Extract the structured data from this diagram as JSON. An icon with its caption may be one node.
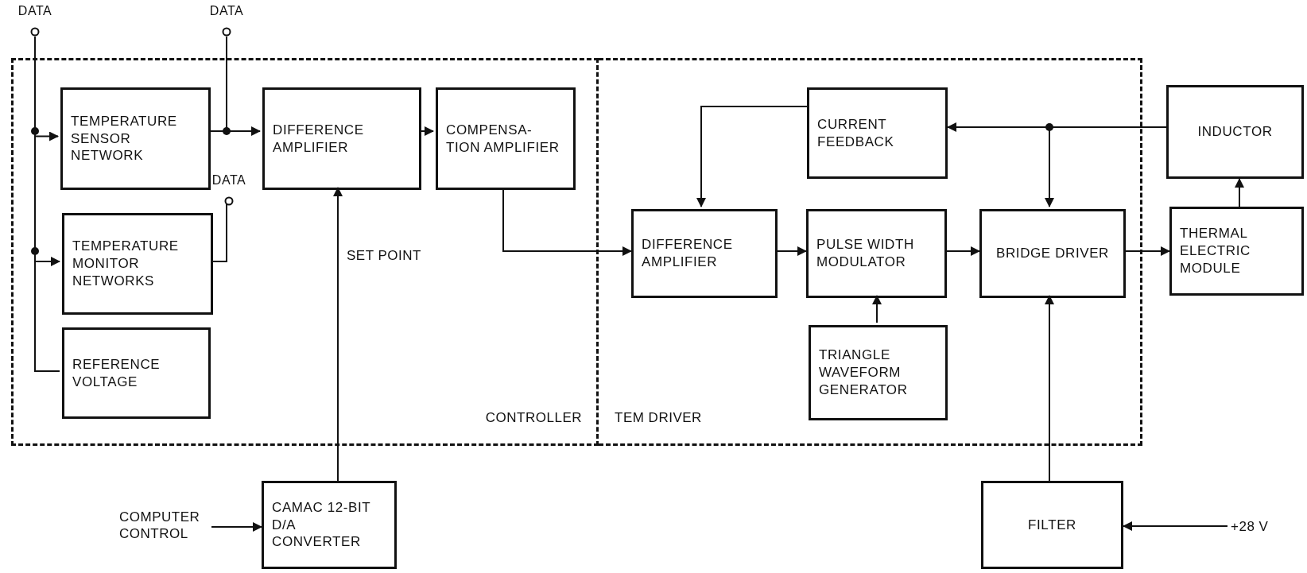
{
  "diagram": {
    "nodes": [
      {
        "text": [
          "CONTROLLER"
        ]
      },
      {
        "text": [
          "TEM DRIVER"
        ]
      },
      {
        "text": [
          "DATA"
        ]
      },
      {
        "text": [
          "DATA"
        ]
      },
      {
        "text": [
          "TEMPERATURE SENSOR NETWORK"
        ],
        "in": 0
      },
      {
        "text": [
          "DIFFERENCE AMPLIFIER"
        ],
        "in": 0
      },
      {
        "text": [
          "COMPENSA- TION AMPLIFIER"
        ],
        "in": 0
      },
      {
        "text": [
          "CURRENT FEEDBACK"
        ],
        "in": 1
      },
      {
        "text": [
          "INDUCTOR"
        ]
      },
      {
        "text": [
          "DATA"
        ],
        "in": 0
      },
      {
        "text": [
          "TEMPERATURE MONITOR NETWORKS"
        ],
        "in": 0
      },
      {
        "text": [
          "DIFFERENCE AMPLIFIER"
        ],
        "in": 1
      },
      {
        "text": [
          "PULSE WIDTH MODULATOR"
        ],
        "in": 1
      },
      {
        "text": [
          "BRIDGE DRIVER"
        ],
        "in": 1
      },
      {
        "text": [
          "THERMAL ELECTRIC MODULE"
        ]
      },
      {
        "text": [
          "REFERENCE VOLTAGE"
        ],
        "in": 0
      },
      {
        "text": [
          "TRIANGLE WAVEFORM GENERATOR"
        ],
        "in": 1
      },
      {
        "text": [
          "COMPUTER CONTROL"
        ]
      },
      {
        "text": [
          "CAMAC 12-BIT D/A CONVERTER"
        ]
      },
      {
        "text": [
          "FILTER"
        ]
      },
      {
        "text": [
          "+28 V"
        ]
      }
    ],
    "edges": [
      {
        "from": 15,
        "to": 4,
        "arrow": "to"
      },
      {
        "from": 15,
        "to": 10,
        "arrow": "to"
      },
      {
        "from": 15,
        "to": 2,
        "arrow": "none"
      },
      {
        "from": 4,
        "to": 5,
        "arrow": "to"
      },
      {
        "from": 4,
        "to": 3,
        "arrow": "none"
      },
      {
        "from": 10,
        "to": 9,
        "arrow": "none"
      },
      {
        "from": 5,
        "to": 6,
        "arrow": "to"
      },
      {
        "from": 18,
        "to": 5,
        "arrow": "to",
        "label": "SET POINT"
      },
      {
        "from": 6,
        "to": 11,
        "arrow": "to"
      },
      {
        "from": 11,
        "to": 12,
        "arrow": "to"
      },
      {
        "from": 16,
        "to": 12,
        "arrow": "to"
      },
      {
        "from": 12,
        "to": 13,
        "arrow": "to"
      },
      {
        "from": 13,
        "to": 14,
        "arrow": "to"
      },
      {
        "from": 14,
        "to": 8,
        "arrow": "to"
      },
      {
        "from": 8,
        "to": 7,
        "arrow": "to"
      },
      {
        "from": 8,
        "to": 13,
        "arrow": "to"
      },
      {
        "from": 7,
        "to": 11,
        "arrow": "to"
      },
      {
        "from": 19,
        "to": 13,
        "arrow": "to"
      },
      {
        "from": 17,
        "to": 18,
        "arrow": "to"
      },
      {
        "from": 20,
        "to": 19,
        "arrow": "to"
      }
    ]
  }
}
